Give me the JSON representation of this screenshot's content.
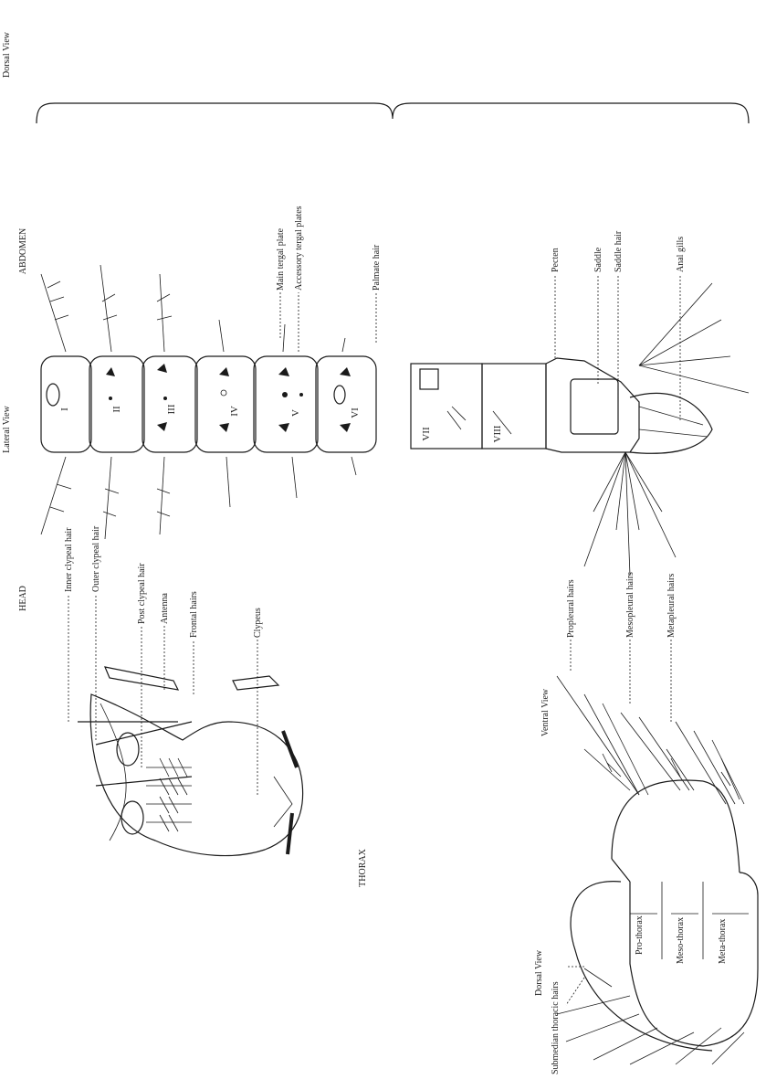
{
  "sections": {
    "head": "HEAD",
    "thorax": "THORAX",
    "abdomen": "ABDOMEN"
  },
  "views": {
    "thorax_ventral": "Ventral View",
    "thorax_dorsal": "Dorsal View",
    "abdomen_dorsal": "Dorsal View",
    "abdomen_lateral": "Lateral View"
  },
  "head_labels": {
    "inner_clypeal_hair": "Inner clypeal hair",
    "outer_clypeal_hair": "Outer clypeal hair",
    "post_clypeal_hair": "Post clypeal hair",
    "antenna": "Antenna",
    "frontal_hairs": "Frontal hairs",
    "clypeus": "Clypeus"
  },
  "thorax_labels": {
    "submedian_thoracic_hairs": "Submedian thoracic hairs",
    "prothorax": "Pro-thorax",
    "mesothorax": "Meso-thorax",
    "metathorax": "Meta-thorax",
    "propleural_hairs": "Propleural hairs",
    "mesopleural_hairs": "Mesopleural hairs",
    "metapleural_hairs": "Metapleural hairs"
  },
  "abdomen_labels": {
    "main_tergal_plate": "Main tergal plate",
    "accessory_tergal_plates": "Accessory tergal plates",
    "palmate_hair": "Palmate hair",
    "pecten": "Pecten",
    "saddle": "Saddle",
    "saddle_hair": "Saddle hair",
    "anal_gills": "Anal gills"
  },
  "segments": [
    "I",
    "II",
    "III",
    "IV",
    "V",
    "VI",
    "VII",
    "VIII"
  ]
}
